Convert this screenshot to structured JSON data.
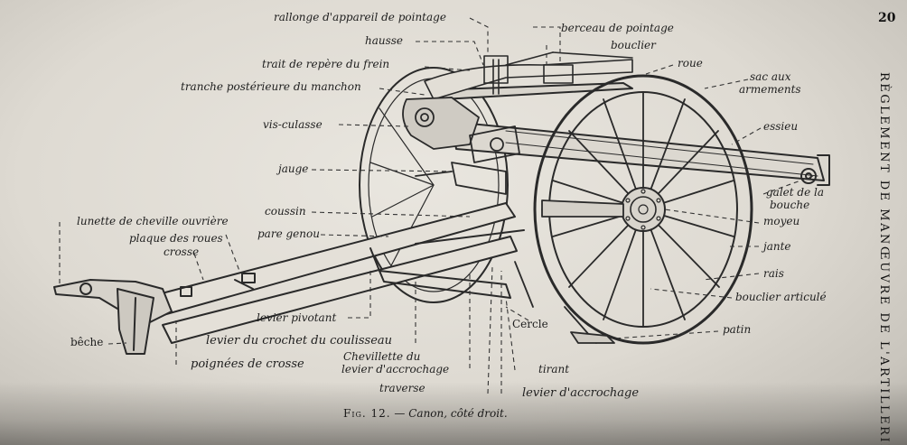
{
  "page_number": "20",
  "running_head": "RÈGLEMENT DE MANŒUVRE DE L'ARTILLERIE.",
  "caption": {
    "figure": "Fig. 12.",
    "separator": " — ",
    "title": "Canon, côté droit."
  },
  "labels": {
    "rallonge": "rallonge d'appareil de pointage",
    "hausse": "hausse",
    "trait_repere": "trait de repère du frein",
    "tranche": "tranche postérieure du manchon",
    "vis_culasse": "vis-culasse",
    "jauge": "jauge",
    "coussin": "coussin",
    "lunette": "lunette de cheville ouvrière",
    "plaque": "plaque des roues",
    "crosse": "crosse",
    "pare_genou": "pare genou",
    "beche": "bêche",
    "levier_pivotant": "levier pivotant",
    "levier_crochet": "levier du crochet du coulisseau",
    "poignees": "poignées de crosse",
    "cheville_1": "Chevillette du",
    "cheville_2": "levier d'accrochage",
    "traverse": "traverse",
    "berceau": "berceau de pointage",
    "bouclier": "bouclier",
    "roue": "roue",
    "sac_1": "sac aux",
    "sac_2": "armements",
    "essieu": "essieu",
    "galet_1": "galet de la",
    "galet_2": "bouche",
    "moyeu": "moyeu",
    "jante": "jante",
    "rais": "rais",
    "bouclier_articule": "bouclier articulé",
    "patin": "patin",
    "cercle": "Cercle",
    "tirant": "tirant",
    "levier_accrochage": "levier d'accrochage"
  }
}
